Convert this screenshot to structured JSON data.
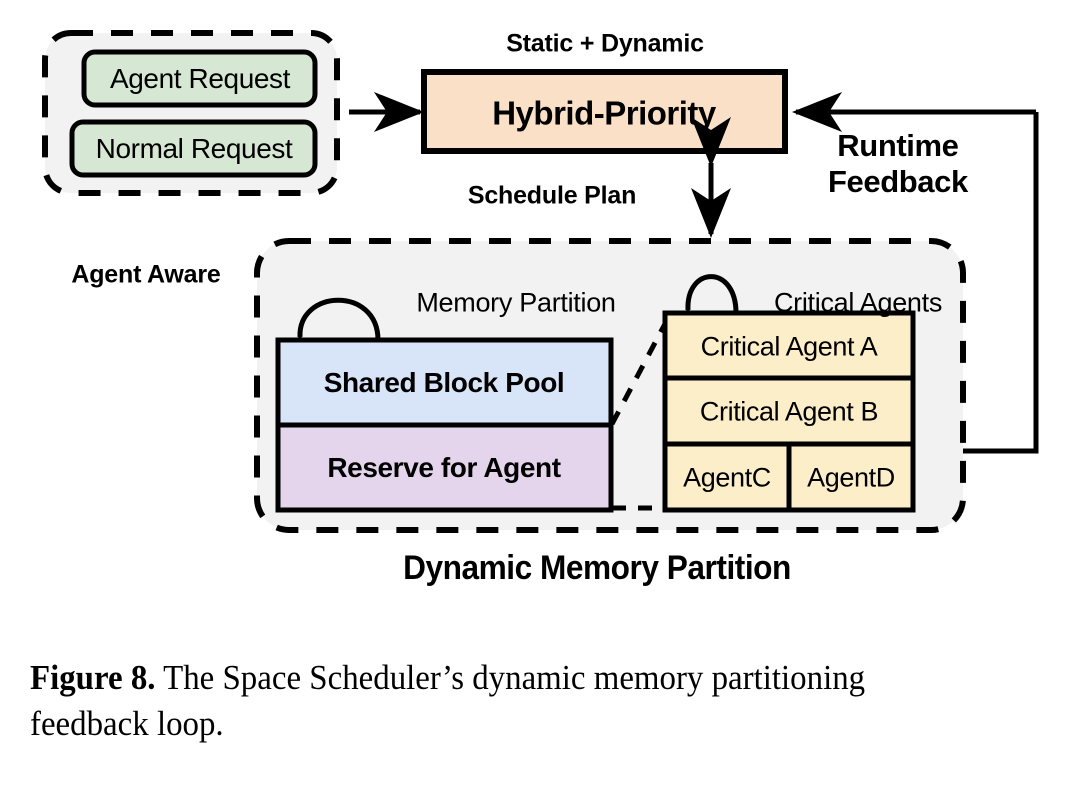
{
  "figure": {
    "caption_label": "Figure 8.",
    "caption_text": " The Space Scheduler’s dynamic memory partitioning feedback loop."
  },
  "diagram": {
    "request_group": {
      "name": "request-group",
      "items": [
        {
          "label": "Agent Request"
        },
        {
          "label": "Normal Request"
        }
      ]
    },
    "scheduler": {
      "top_label": "Static + Dynamic",
      "box_label": "Hybrid-Priority",
      "schedule_label": "Schedule Plan",
      "feedback_label_line1": "Runtime",
      "feedback_label_line2": "Feedback"
    },
    "partition_group": {
      "outside_label": "Agent Aware",
      "bottom_label": "Dynamic Memory Partition",
      "memory_loop_label": "Memory Partition",
      "agents_loop_label": "Critical Agents",
      "memory_blocks": [
        {
          "label": "Shared Block Pool"
        },
        {
          "label": "Reserve for Agent"
        }
      ],
      "agent_rows": [
        {
          "cells": [
            "Critical Agent A"
          ]
        },
        {
          "cells": [
            "Critical Agent B"
          ]
        },
        {
          "cells": [
            "AgentC",
            "AgentD"
          ]
        }
      ]
    }
  },
  "colors": {
    "scheduler_fill": "#fbe0c8",
    "request_fill": "#d6e8d3",
    "shared_pool_fill": "#d8e5f8",
    "reserve_fill": "#e5d5ec",
    "agent_fill": "#fbeec8",
    "group_fill": "#f2f2f2",
    "stroke": "#000000"
  }
}
